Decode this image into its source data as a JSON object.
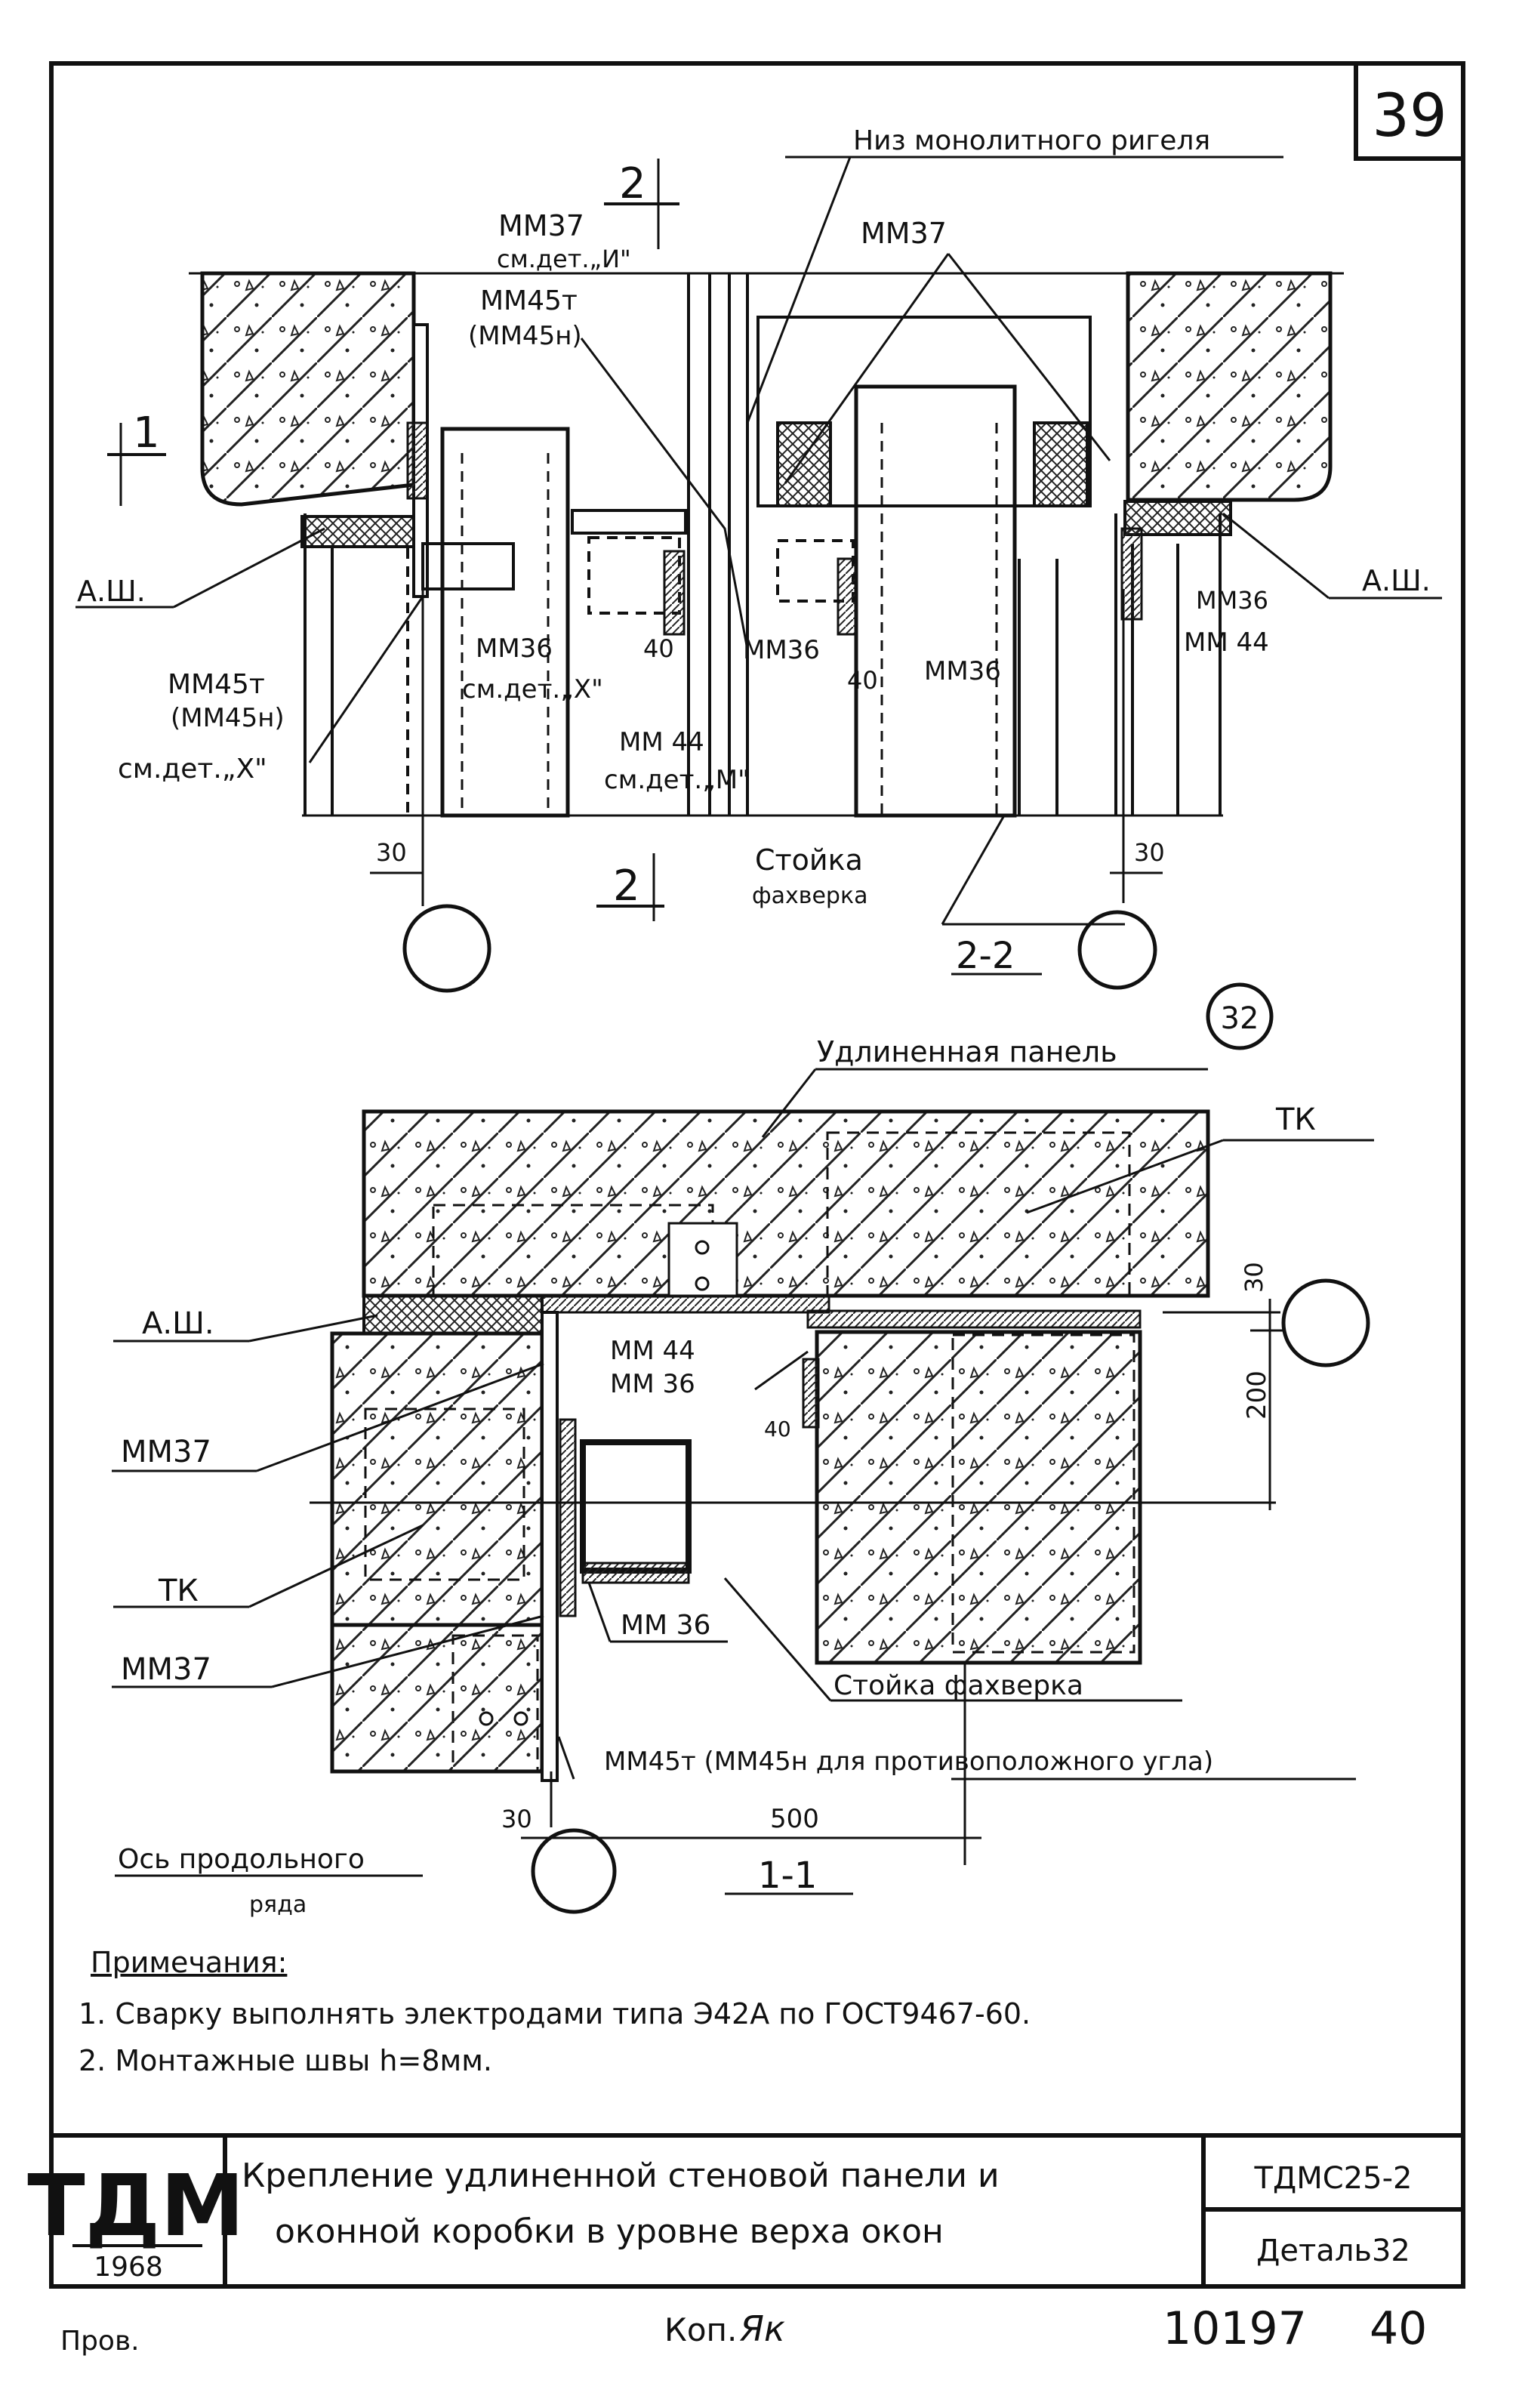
{
  "sheet": {
    "number": "39",
    "detail_circle": "32",
    "notes_title": "Примечания:",
    "notes": [
      "1. Сварку выполнять электродами типа Э42А по ГОСТ9467-60.",
      "2. Монтажные швы h=8мм."
    ],
    "footer": {
      "logo": "ТДМ",
      "year": "1968",
      "title_line1": "Крепление удлиненной стеновой панели и",
      "title_line2": "оконной коробки в уровне верха окон",
      "code": "ТДМС25-2",
      "detail": "Деталь32",
      "prov": "Пров.",
      "kop": "Коп.",
      "signature": "Як",
      "doc_number": "10197",
      "page": "40"
    }
  },
  "section_2_2": {
    "title": "2-2",
    "cut_mark": "2",
    "cut_mark_1": "1",
    "labels": {
      "niz": "Низ монолитного ригеля",
      "mm37_left": "ММ37",
      "mm37_left_ref": "см.дет.„И\"",
      "mm45_top": "ММ45т",
      "mm45_top_alt": "(ММ45н)",
      "mm37_right": "ММ37",
      "ash_left": "А.Ш.",
      "ash_right": "А.Ш.",
      "mm45_left": "ММ45т",
      "mm45_left_alt": "(ММ45н)",
      "mm45_left_ref": "см.дет.„Х\"",
      "mm36_a": "ММ36",
      "mm36_a_ref": "см.дет.„Х\"",
      "dim_40_a": "40",
      "mm36_b": "ММ36",
      "dim_40_b": "40",
      "mm36_c": "ММ36",
      "mm36_d": "ММ36",
      "mm44_mid": "ММ 44",
      "mm44_mid_ref": "см.дет.„М\"",
      "mm44_right": "ММ 44",
      "stoika": "Стойка",
      "fakhverka": "фахверка",
      "dim_30_left": "30",
      "dim_30_right": "30"
    }
  },
  "section_1_1": {
    "title": "1-1",
    "labels": {
      "udlinennaya": "Удлиненная панель",
      "tk_top": "ТК",
      "ash": "А.Ш.",
      "mm44": "ММ 44",
      "mm36_top": "ММ 36",
      "dim_30_top": "30",
      "dim_200": "200",
      "dim_40": "40",
      "mm37_top": "ММ37",
      "tk_left": "ТК",
      "mm36_bot": "ММ 36",
      "mm37_bot": "ММ37",
      "stoika": "Стойка фахверка",
      "mm45": "ММ45т (ММ45н для противоположного угла)",
      "dim_30_bot": "30",
      "dim_500": "500",
      "os": "Ось продольного",
      "os2": "ряда"
    }
  }
}
